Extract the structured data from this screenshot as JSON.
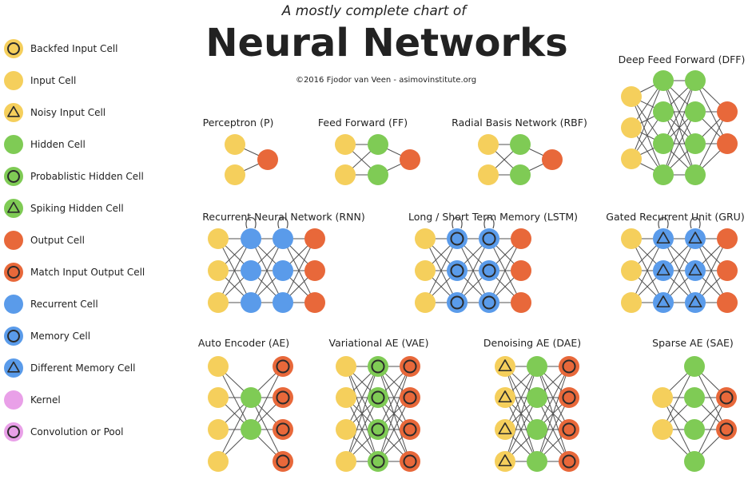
{
  "header": {
    "subtitle": "A mostly complete chart of",
    "title": "Neural Networks",
    "credit": "©2016 Fjodor van Veen - asimovinstitute.org"
  },
  "colors": {
    "input": "#F5CF5C",
    "hidden": "#7FCB55",
    "output": "#E8683A",
    "recurrent": "#5A9BEA",
    "kernel": "#E9A0E8",
    "ring": "#2b2b2b",
    "edge": "#333333"
  },
  "legend": [
    {
      "label": "Backfed Input Cell",
      "fill": "input",
      "mark": "ring"
    },
    {
      "label": "Input Cell",
      "fill": "input",
      "mark": "none"
    },
    {
      "label": "Noisy Input Cell",
      "fill": "input",
      "mark": "triangle"
    },
    {
      "label": "Hidden Cell",
      "fill": "hidden",
      "mark": "none"
    },
    {
      "label": "Probablistic Hidden Cell",
      "fill": "hidden",
      "mark": "ring"
    },
    {
      "label": "Spiking Hidden Cell",
      "fill": "hidden",
      "mark": "triangle"
    },
    {
      "label": "Output Cell",
      "fill": "output",
      "mark": "none"
    },
    {
      "label": "Match Input Output Cell",
      "fill": "output",
      "mark": "ring"
    },
    {
      "label": "Recurrent Cell",
      "fill": "recurrent",
      "mark": "none"
    },
    {
      "label": "Memory Cell",
      "fill": "recurrent",
      "mark": "ring"
    },
    {
      "label": "Different Memory Cell",
      "fill": "recurrent",
      "mark": "triangle"
    },
    {
      "label": "Kernel",
      "fill": "kernel",
      "mark": "none"
    },
    {
      "label": "Convolution or Pool",
      "fill": "kernel",
      "mark": "ring"
    }
  ],
  "networks": [
    {
      "key": "p",
      "title": "Perceptron (P)",
      "loops": false,
      "layers": [
        {
          "type": "input",
          "mark": "none",
          "count": 2
        },
        {
          "type": "output",
          "mark": "none",
          "count": 1
        }
      ]
    },
    {
      "key": "ff",
      "title": "Feed Forward (FF)",
      "loops": false,
      "layers": [
        {
          "type": "input",
          "mark": "none",
          "count": 2
        },
        {
          "type": "hidden",
          "mark": "none",
          "count": 2
        },
        {
          "type": "output",
          "mark": "none",
          "count": 1
        }
      ]
    },
    {
      "key": "rbf",
      "title": "Radial Basis Network (RBF)",
      "loops": false,
      "layers": [
        {
          "type": "input",
          "mark": "none",
          "count": 2
        },
        {
          "type": "hidden",
          "mark": "none",
          "count": 2
        },
        {
          "type": "output",
          "mark": "none",
          "count": 1
        }
      ]
    },
    {
      "key": "dff",
      "title": "Deep Feed Forward (DFF)",
      "loops": false,
      "layers": [
        {
          "type": "input",
          "mark": "none",
          "count": 3
        },
        {
          "type": "hidden",
          "mark": "none",
          "count": 4
        },
        {
          "type": "hidden",
          "mark": "none",
          "count": 4
        },
        {
          "type": "output",
          "mark": "none",
          "count": 2
        }
      ]
    },
    {
      "key": "rnn",
      "title": "Recurrent Neural Network (RNN)",
      "loops": true,
      "layers": [
        {
          "type": "input",
          "mark": "none",
          "count": 3
        },
        {
          "type": "recurrent",
          "mark": "none",
          "count": 3
        },
        {
          "type": "recurrent",
          "mark": "none",
          "count": 3
        },
        {
          "type": "output",
          "mark": "none",
          "count": 3
        }
      ]
    },
    {
      "key": "lstm",
      "title": "Long / Short Term Memory (LSTM)",
      "loops": true,
      "layers": [
        {
          "type": "input",
          "mark": "none",
          "count": 3
        },
        {
          "type": "recurrent",
          "mark": "ring",
          "count": 3
        },
        {
          "type": "recurrent",
          "mark": "ring",
          "count": 3
        },
        {
          "type": "output",
          "mark": "none",
          "count": 3
        }
      ]
    },
    {
      "key": "gru",
      "title": "Gated Recurrent Unit (GRU)",
      "loops": true,
      "layers": [
        {
          "type": "input",
          "mark": "none",
          "count": 3
        },
        {
          "type": "recurrent",
          "mark": "triangle",
          "count": 3
        },
        {
          "type": "recurrent",
          "mark": "triangle",
          "count": 3
        },
        {
          "type": "output",
          "mark": "none",
          "count": 3
        }
      ]
    },
    {
      "key": "ae",
      "title": "Auto Encoder (AE)",
      "loops": false,
      "layers": [
        {
          "type": "input",
          "mark": "none",
          "count": 4
        },
        {
          "type": "hidden",
          "mark": "none",
          "count": 2
        },
        {
          "type": "output",
          "mark": "ring",
          "count": 4
        }
      ]
    },
    {
      "key": "vae",
      "title": "Variational AE (VAE)",
      "loops": false,
      "layers": [
        {
          "type": "input",
          "mark": "none",
          "count": 4
        },
        {
          "type": "hidden",
          "mark": "ring",
          "count": 4
        },
        {
          "type": "output",
          "mark": "ring",
          "count": 4
        }
      ]
    },
    {
      "key": "dae",
      "title": "Denoising AE (DAE)",
      "loops": false,
      "layers": [
        {
          "type": "input",
          "mark": "triangle",
          "count": 4
        },
        {
          "type": "hidden",
          "mark": "none",
          "count": 4
        },
        {
          "type": "output",
          "mark": "ring",
          "count": 4
        }
      ]
    },
    {
      "key": "sae",
      "title": "Sparse AE (SAE)",
      "loops": false,
      "layers": [
        {
          "type": "input",
          "mark": "none",
          "count": 2
        },
        {
          "type": "hidden",
          "mark": "none",
          "count": 4
        },
        {
          "type": "output",
          "mark": "ring",
          "count": 2
        }
      ]
    }
  ]
}
